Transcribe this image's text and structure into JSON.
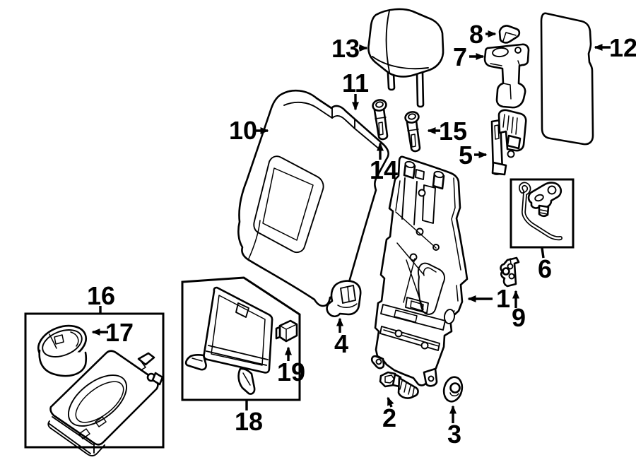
{
  "diagram": {
    "background": "#ffffff",
    "line_color": "#000000",
    "callouts": {
      "c1": "1",
      "c2": "2",
      "c3": "3",
      "c4": "4",
      "c5": "5",
      "c6": "6",
      "c7": "7",
      "c8": "8",
      "c9": "9",
      "c10": "10",
      "c11": "11",
      "c12": "12",
      "c13": "13",
      "c14": "14",
      "c15": "15",
      "c16": "16",
      "c17": "17",
      "c18": "18",
      "c19": "19"
    }
  }
}
